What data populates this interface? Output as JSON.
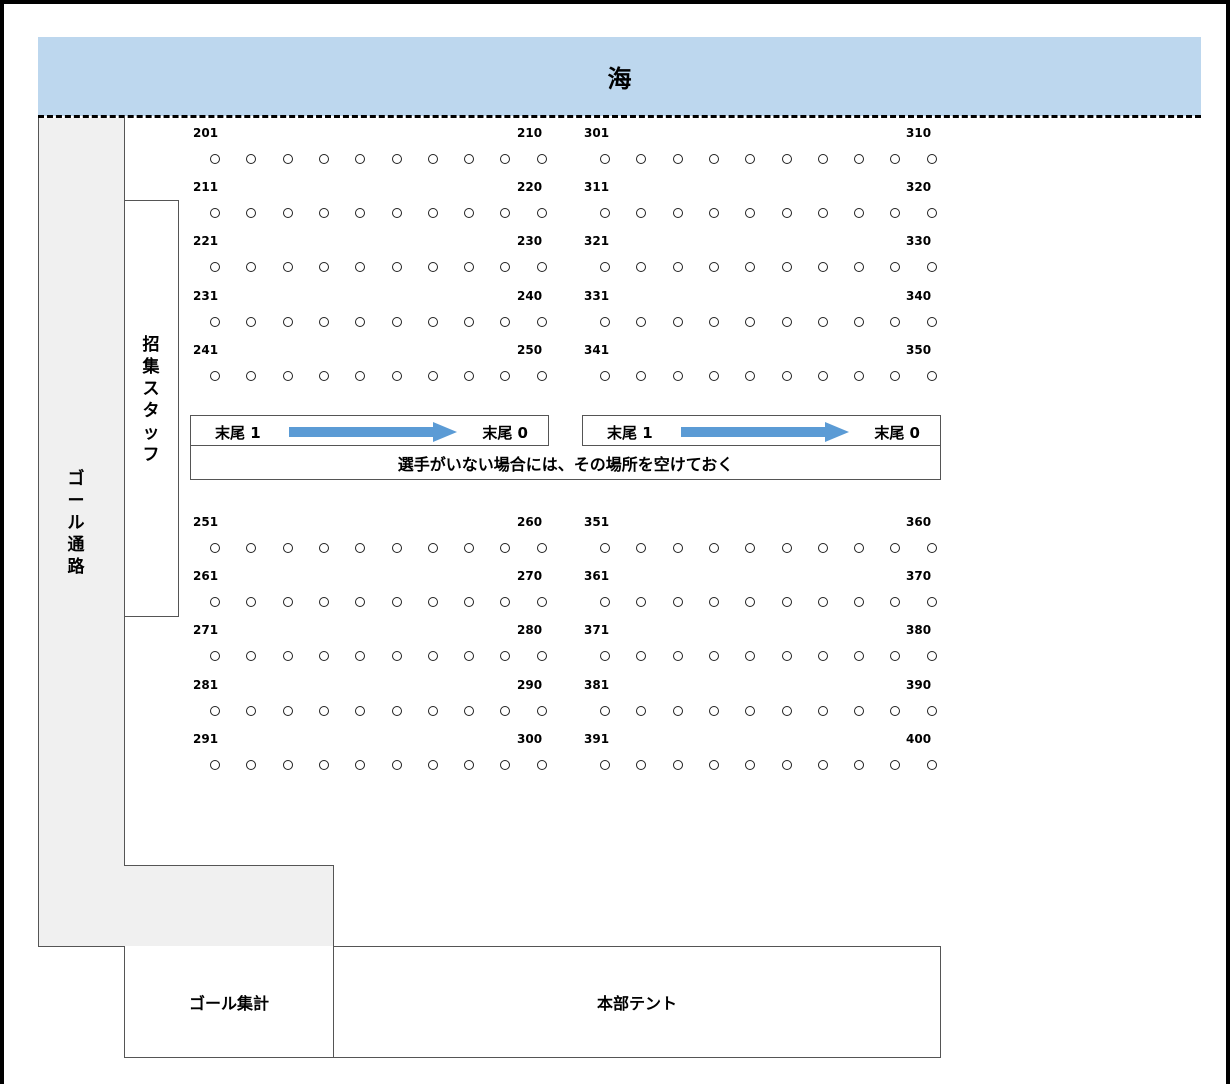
{
  "sea": {
    "label": "海"
  },
  "goal_path": {
    "label": "ゴール通路"
  },
  "staff": {
    "label": "招集スタッフ"
  },
  "blocks_top": [
    {
      "name": "block-200-top",
      "rows": [
        {
          "start": "201",
          "end": "210"
        },
        {
          "start": "211",
          "end": "220"
        },
        {
          "start": "221",
          "end": "230"
        },
        {
          "start": "231",
          "end": "240"
        },
        {
          "start": "241",
          "end": "250"
        }
      ]
    },
    {
      "name": "block-300-top",
      "rows": [
        {
          "start": "301",
          "end": "310"
        },
        {
          "start": "311",
          "end": "320"
        },
        {
          "start": "321",
          "end": "330"
        },
        {
          "start": "331",
          "end": "340"
        },
        {
          "start": "341",
          "end": "350"
        }
      ]
    }
  ],
  "blocks_bottom": [
    {
      "name": "block-200-bottom",
      "rows": [
        {
          "start": "251",
          "end": "260"
        },
        {
          "start": "261",
          "end": "270"
        },
        {
          "start": "271",
          "end": "280"
        },
        {
          "start": "281",
          "end": "290"
        },
        {
          "start": "291",
          "end": "300"
        }
      ]
    },
    {
      "name": "block-300-bottom",
      "rows": [
        {
          "start": "351",
          "end": "360"
        },
        {
          "start": "361",
          "end": "370"
        },
        {
          "start": "371",
          "end": "380"
        },
        {
          "start": "381",
          "end": "390"
        },
        {
          "start": "391",
          "end": "400"
        }
      ]
    }
  ],
  "tail_guides": [
    {
      "from": "末尾 1",
      "to": "末尾 0"
    },
    {
      "from": "末尾 1",
      "to": "末尾 0"
    }
  ],
  "note": "選手がいない場合には、その場所を空けておく",
  "goal_tally": "ゴール集計",
  "hq_tent": "本部テント",
  "colors": {
    "sea": "#bdd7ee",
    "arrow": "#5b9bd5",
    "path": "#f0f0f0"
  },
  "dots_per_row": 10
}
